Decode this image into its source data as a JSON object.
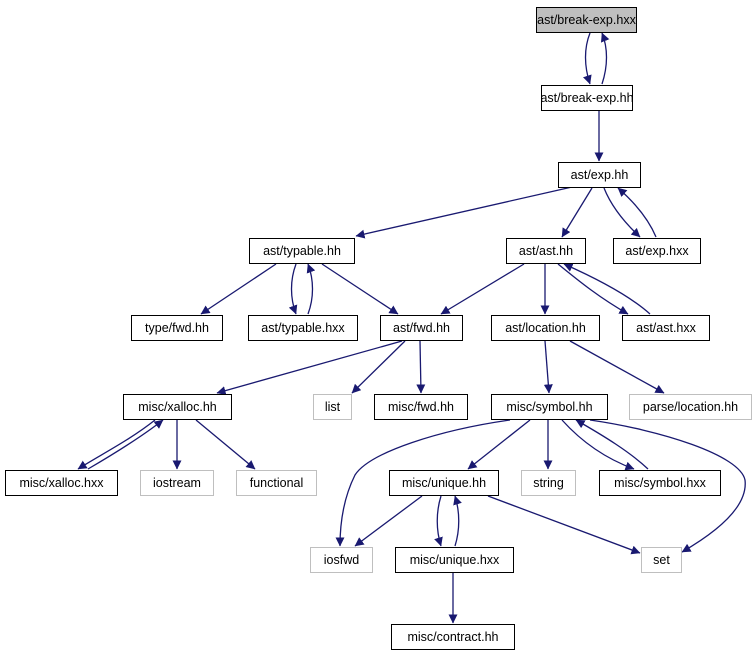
{
  "colors": {
    "edge": "#191970",
    "root_fill": "#bfbfbf",
    "node_border": "#000000",
    "external_border": "#bfbfbf",
    "external_text": "#000000"
  },
  "nodes": [
    {
      "id": "ast-break-exp-hxx",
      "label": "ast/break-exp.hxx",
      "kind": "root"
    },
    {
      "id": "ast-break-exp-hh",
      "label": "ast/break-exp.hh",
      "kind": "internal"
    },
    {
      "id": "ast-exp-hh",
      "label": "ast/exp.hh",
      "kind": "internal"
    },
    {
      "id": "ast-typable-hh",
      "label": "ast/typable.hh",
      "kind": "internal"
    },
    {
      "id": "ast-ast-hh",
      "label": "ast/ast.hh",
      "kind": "internal"
    },
    {
      "id": "ast-exp-hxx",
      "label": "ast/exp.hxx",
      "kind": "internal"
    },
    {
      "id": "type-fwd-hh",
      "label": "type/fwd.hh",
      "kind": "internal"
    },
    {
      "id": "ast-typable-hxx",
      "label": "ast/typable.hxx",
      "kind": "internal"
    },
    {
      "id": "ast-fwd-hh",
      "label": "ast/fwd.hh",
      "kind": "internal"
    },
    {
      "id": "ast-location-hh",
      "label": "ast/location.hh",
      "kind": "internal"
    },
    {
      "id": "ast-ast-hxx",
      "label": "ast/ast.hxx",
      "kind": "internal"
    },
    {
      "id": "misc-xalloc-hh",
      "label": "misc/xalloc.hh",
      "kind": "internal"
    },
    {
      "id": "list",
      "label": "list",
      "kind": "external"
    },
    {
      "id": "misc-fwd-hh",
      "label": "misc/fwd.hh",
      "kind": "internal"
    },
    {
      "id": "misc-symbol-hh",
      "label": "misc/symbol.hh",
      "kind": "internal"
    },
    {
      "id": "parse-location-hh",
      "label": "parse/location.hh",
      "kind": "external"
    },
    {
      "id": "misc-xalloc-hxx",
      "label": "misc/xalloc.hxx",
      "kind": "internal"
    },
    {
      "id": "iostream",
      "label": "iostream",
      "kind": "external"
    },
    {
      "id": "functional",
      "label": "functional",
      "kind": "external"
    },
    {
      "id": "misc-unique-hh",
      "label": "misc/unique.hh",
      "kind": "internal"
    },
    {
      "id": "string",
      "label": "string",
      "kind": "external"
    },
    {
      "id": "misc-symbol-hxx",
      "label": "misc/symbol.hxx",
      "kind": "internal"
    },
    {
      "id": "iosfwd",
      "label": "iosfwd",
      "kind": "external"
    },
    {
      "id": "misc-unique-hxx",
      "label": "misc/unique.hxx",
      "kind": "internal"
    },
    {
      "id": "set",
      "label": "set",
      "kind": "external"
    },
    {
      "id": "misc-contract-hh",
      "label": "misc/contract.hh",
      "kind": "internal"
    }
  ],
  "edges": [
    {
      "from": "ast-break-exp-hxx",
      "to": "ast-break-exp-hh"
    },
    {
      "from": "ast-break-exp-hh",
      "to": "ast-break-exp-hxx"
    },
    {
      "from": "ast-break-exp-hh",
      "to": "ast-exp-hh"
    },
    {
      "from": "ast-exp-hh",
      "to": "ast-typable-hh"
    },
    {
      "from": "ast-exp-hh",
      "to": "ast-ast-hh"
    },
    {
      "from": "ast-exp-hh",
      "to": "ast-exp-hxx"
    },
    {
      "from": "ast-exp-hxx",
      "to": "ast-exp-hh"
    },
    {
      "from": "ast-typable-hh",
      "to": "type-fwd-hh"
    },
    {
      "from": "ast-typable-hh",
      "to": "ast-typable-hxx"
    },
    {
      "from": "ast-typable-hxx",
      "to": "ast-typable-hh"
    },
    {
      "from": "ast-typable-hh",
      "to": "ast-fwd-hh"
    },
    {
      "from": "ast-ast-hh",
      "to": "ast-fwd-hh"
    },
    {
      "from": "ast-ast-hh",
      "to": "ast-location-hh"
    },
    {
      "from": "ast-ast-hh",
      "to": "ast-ast-hxx"
    },
    {
      "from": "ast-ast-hxx",
      "to": "ast-ast-hh"
    },
    {
      "from": "ast-fwd-hh",
      "to": "misc-xalloc-hh"
    },
    {
      "from": "ast-fwd-hh",
      "to": "list"
    },
    {
      "from": "ast-fwd-hh",
      "to": "misc-fwd-hh"
    },
    {
      "from": "ast-location-hh",
      "to": "misc-symbol-hh"
    },
    {
      "from": "ast-location-hh",
      "to": "parse-location-hh"
    },
    {
      "from": "misc-xalloc-hh",
      "to": "misc-xalloc-hxx"
    },
    {
      "from": "misc-xalloc-hxx",
      "to": "misc-xalloc-hh"
    },
    {
      "from": "misc-xalloc-hh",
      "to": "iostream"
    },
    {
      "from": "misc-xalloc-hh",
      "to": "functional"
    },
    {
      "from": "misc-symbol-hh",
      "to": "iosfwd"
    },
    {
      "from": "misc-symbol-hh",
      "to": "misc-unique-hh"
    },
    {
      "from": "misc-symbol-hh",
      "to": "string"
    },
    {
      "from": "misc-symbol-hh",
      "to": "misc-symbol-hxx"
    },
    {
      "from": "misc-symbol-hxx",
      "to": "misc-symbol-hh"
    },
    {
      "from": "misc-symbol-hh",
      "to": "set"
    },
    {
      "from": "misc-unique-hh",
      "to": "iosfwd"
    },
    {
      "from": "misc-unique-hh",
      "to": "misc-unique-hxx"
    },
    {
      "from": "misc-unique-hxx",
      "to": "misc-unique-hh"
    },
    {
      "from": "misc-unique-hh",
      "to": "set"
    },
    {
      "from": "misc-unique-hxx",
      "to": "misc-contract-hh"
    }
  ]
}
